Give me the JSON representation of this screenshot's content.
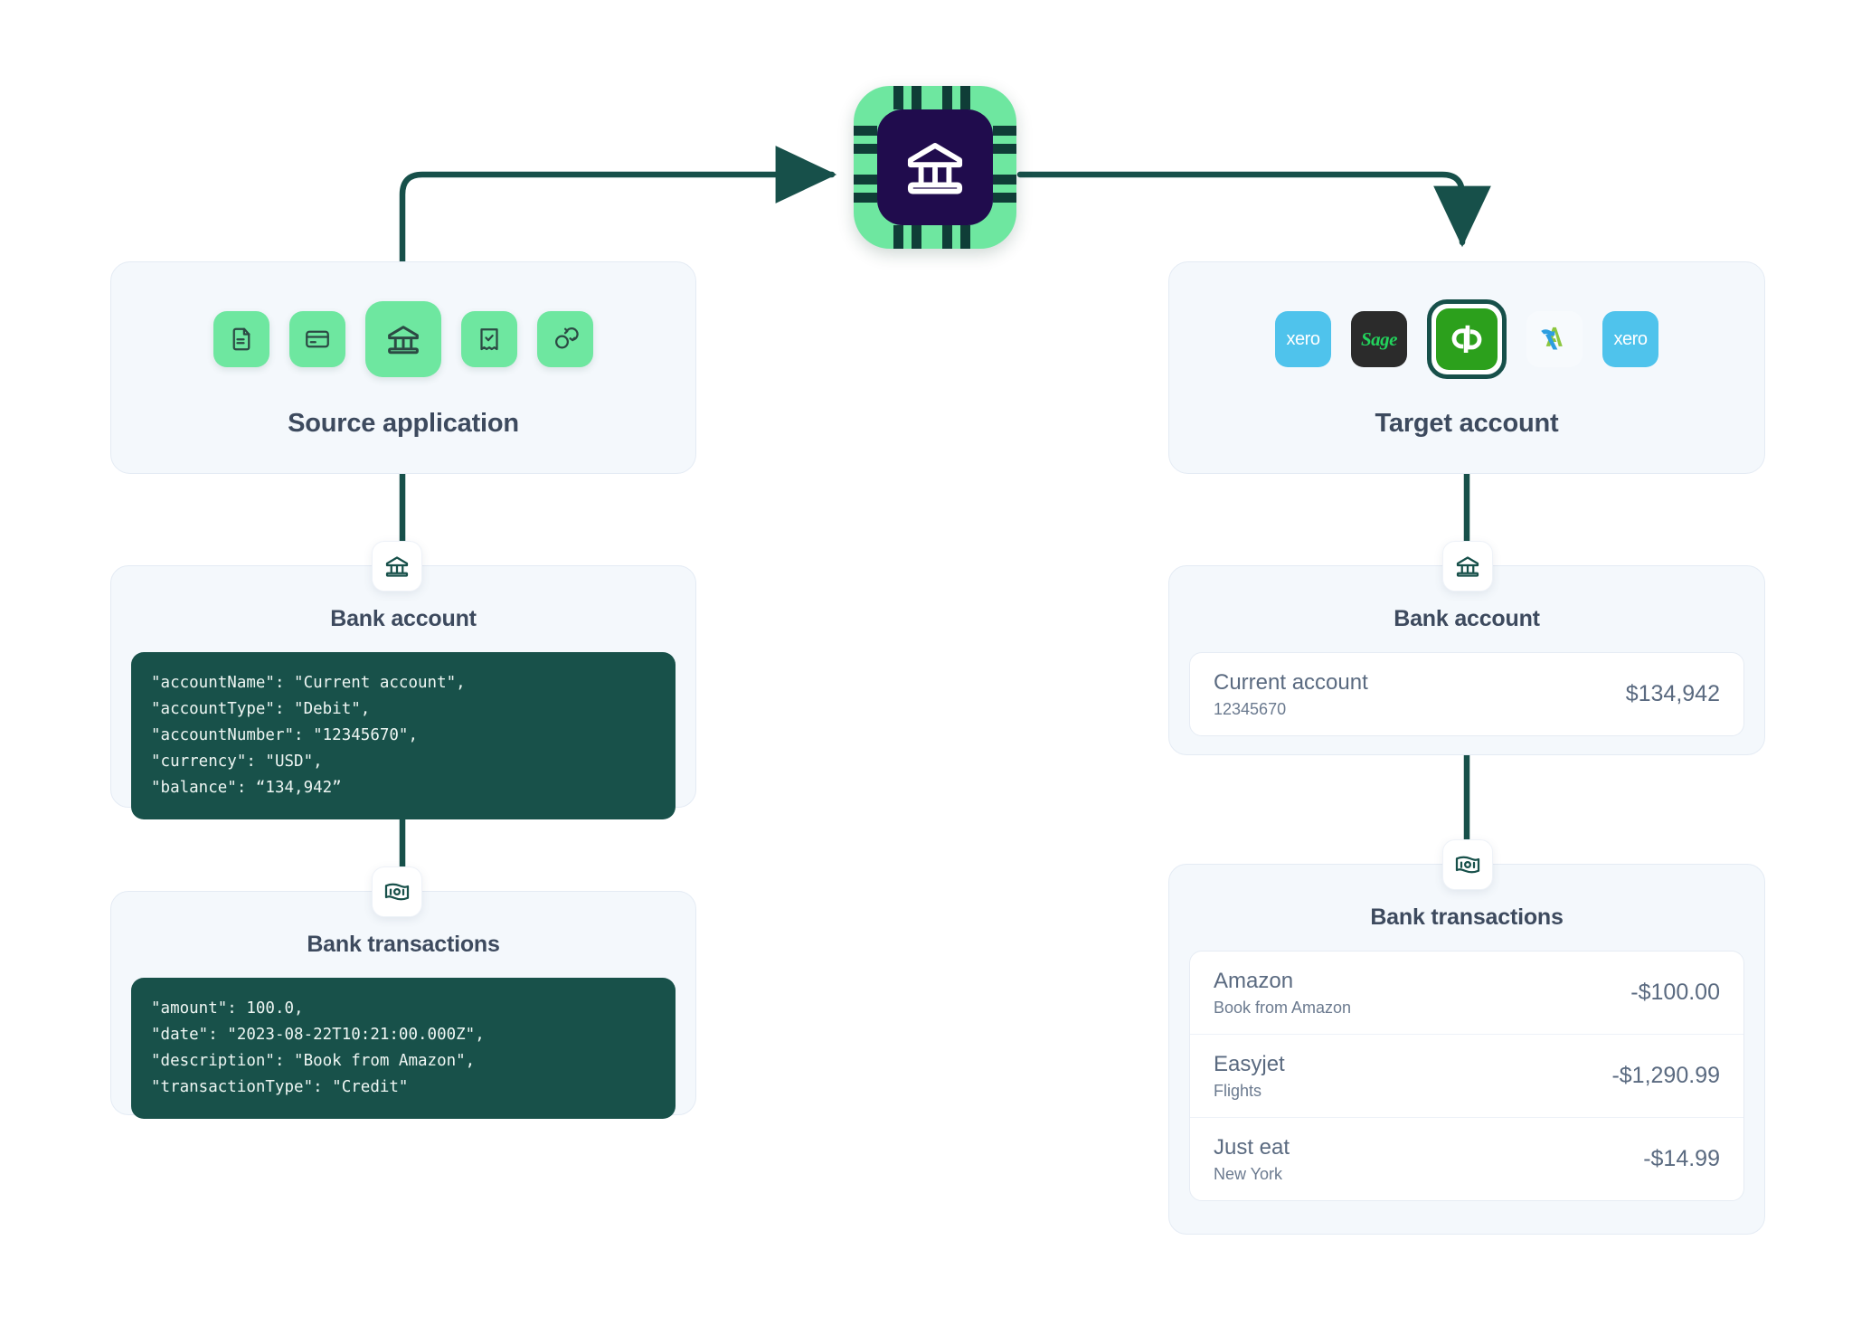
{
  "hub": {
    "icon": "bank-chip-icon"
  },
  "source_panel": {
    "title": "Source application",
    "icons": [
      {
        "name": "document-icon",
        "selected": false
      },
      {
        "name": "credit-card-icon",
        "selected": false
      },
      {
        "name": "bank-icon",
        "selected": true
      },
      {
        "name": "receipt-check-icon",
        "selected": false
      },
      {
        "name": "sync-refresh-icon",
        "selected": false
      }
    ]
  },
  "target_panel": {
    "title": "Target account",
    "logos": [
      {
        "name": "xero-logo",
        "label": "xero",
        "selected": false
      },
      {
        "name": "sage-logo",
        "label": "Sage",
        "selected": false
      },
      {
        "name": "quickbooks-logo",
        "label": "qb",
        "selected": true
      },
      {
        "name": "freeagent-logo",
        "label": "",
        "selected": false
      },
      {
        "name": "xero-logo",
        "label": "xero",
        "selected": false
      }
    ]
  },
  "source_bank_account": {
    "title": "Bank account",
    "badge_icon": "bank-icon",
    "code": "\"accountName\": \"Current account\",\n\"accountType\": \"Debit\",\n\"accountNumber\": \"12345670\",\n\"currency\": \"USD\",\n\"balance\": “134,942”"
  },
  "source_bank_transactions": {
    "title": "Bank transactions",
    "badge_icon": "banknote-icon",
    "code": "\"amount\": 100.0,\n\"date\": \"2023-08-22T10:21:00.000Z\",\n\"description\": \"Book from Amazon\",\n\"transactionType\": \"Credit\""
  },
  "target_bank_account": {
    "title": "Bank account",
    "badge_icon": "bank-icon",
    "account": {
      "name": "Current account",
      "number": "12345670",
      "balance": "$134,942"
    }
  },
  "target_bank_transactions": {
    "title": "Bank transactions",
    "badge_icon": "banknote-icon",
    "items": [
      {
        "name": "Amazon",
        "description": "Book from Amazon",
        "amount": "-$100.00"
      },
      {
        "name": "Easyjet",
        "description": "Flights",
        "amount": "-$1,290.99"
      },
      {
        "name": "Just eat",
        "description": "New York",
        "amount": "-$14.99"
      }
    ]
  },
  "colors": {
    "accent_green": "#6ee7a0",
    "dark_green": "#17504a",
    "code_bg": "#18514a",
    "panel_bg": "#f4f8fc",
    "heading": "#3d4a5e",
    "chip_core": "#200c4d",
    "quickbooks": "#2ca01c",
    "xero": "#4fc3ec",
    "sage": "#2b2b2b"
  }
}
